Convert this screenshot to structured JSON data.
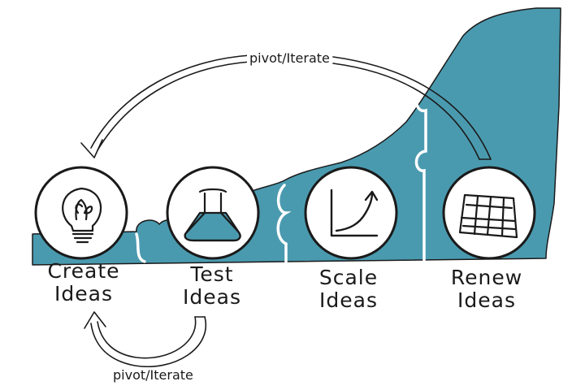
{
  "colors": {
    "accent": "#4a9aaf",
    "ink": "#1a1a1a",
    "background": "#ffffff"
  },
  "stages": [
    {
      "line1": "Create",
      "line2": "Ideas",
      "icon": "lightbulb-icon"
    },
    {
      "line1": "Test",
      "line2": "Ideas",
      "icon": "flask-icon"
    },
    {
      "line1": "Scale",
      "line2": "Ideas",
      "icon": "growth-chart-icon"
    },
    {
      "line1": "Renew",
      "line2": "Ideas",
      "icon": "map-grid-icon"
    }
  ],
  "loops": {
    "top_label": "pivot/Iterate",
    "bottom_label": "pivot/Iterate"
  }
}
